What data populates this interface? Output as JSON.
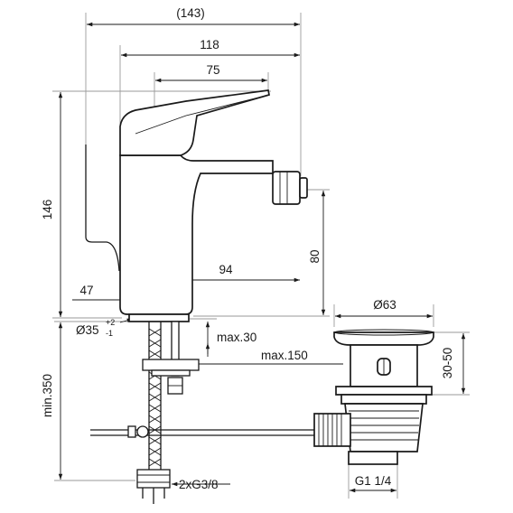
{
  "dimensions": {
    "overall_width": "(143)",
    "width_118": "118",
    "width_75": "75",
    "height_146": "146",
    "height_80": "80",
    "width_94": "94",
    "width_47": "47",
    "hole_diameter": "Ø35",
    "hole_tol_plus": "+2",
    "hole_tol_minus": "-1",
    "deck_max": "max.30",
    "rod_max": "max.150",
    "hose_min": "min.350",
    "connection": "2xG3/8",
    "waste_diameter": "Ø63",
    "waste_height": "30-50",
    "waste_thread": "G1 1/4"
  },
  "colors": {
    "line": "#1a1a1a",
    "faint": "#9a9a9a"
  }
}
